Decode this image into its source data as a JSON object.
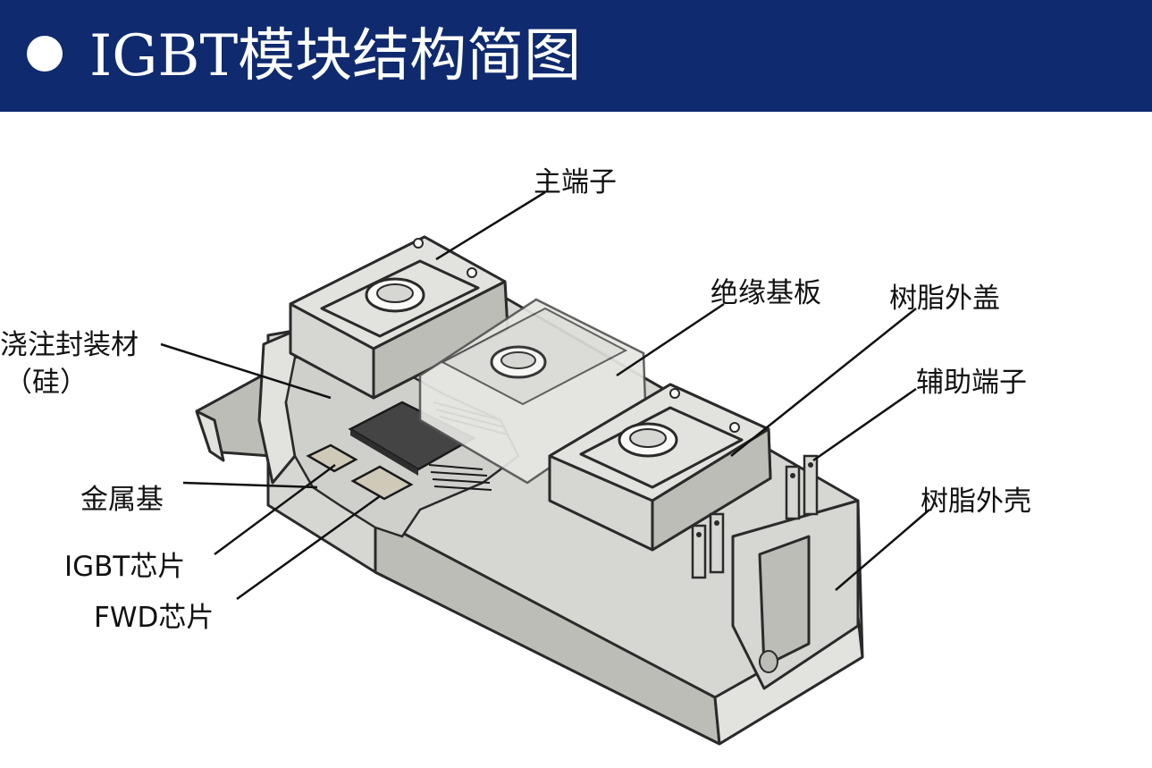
{
  "header": {
    "title": "IGBT模块结构简图",
    "background": "#0f2a6e"
  },
  "labels": {
    "main_terminal": "主端子",
    "insulating_substrate": "绝缘基板",
    "resin_cover": "树脂外盖",
    "potting_material": "浇注封装材",
    "potting_material_sub": "（硅）",
    "auxiliary_terminal": "辅助端子",
    "metal_base": "金属基",
    "resin_case": "树脂外壳",
    "igbt_chip": "IGBT芯片",
    "fwd_chip": "FWD芯片"
  }
}
